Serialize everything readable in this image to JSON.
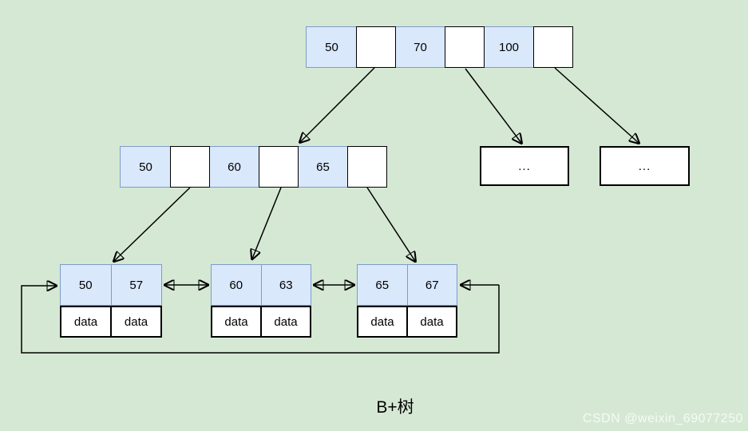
{
  "caption": "B+树",
  "watermark": "CSDN @weixin_69077250",
  "colors": {
    "background": "#d5e8d4",
    "key_cell_fill": "#dae8fc",
    "key_cell_border": "#7e9cc7",
    "pointer_cell_fill": "#ffffff",
    "line": "#000000"
  },
  "tree": {
    "root": {
      "keys": [
        "50",
        "70",
        "100"
      ]
    },
    "internal": {
      "keys": [
        "50",
        "60",
        "65"
      ]
    },
    "collapsed_subtrees": [
      {
        "label": "..."
      },
      {
        "label": "..."
      }
    ],
    "leaves": [
      {
        "keys": [
          "50",
          "57"
        ],
        "data": [
          "data",
          "data"
        ]
      },
      {
        "keys": [
          "60",
          "63"
        ],
        "data": [
          "data",
          "data"
        ]
      },
      {
        "keys": [
          "65",
          "67"
        ],
        "data": [
          "data",
          "data"
        ]
      }
    ]
  }
}
